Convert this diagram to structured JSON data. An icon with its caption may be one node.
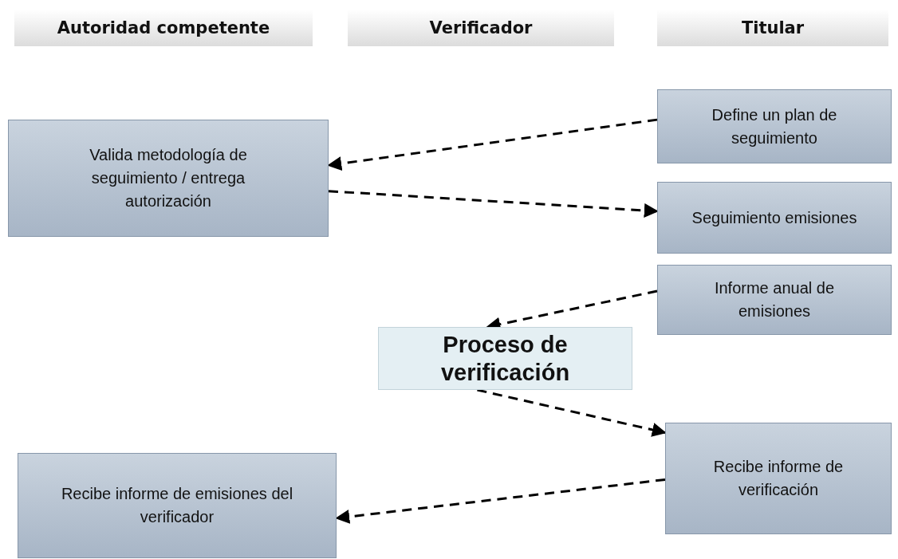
{
  "diagram": {
    "nodes": [
      {
        "text": [
          "Autoridad competente"
        ]
      },
      {
        "text": [
          "Verificador"
        ]
      },
      {
        "text": [
          "Titular"
        ]
      },
      {
        "text": [
          "Valida metodología de seguimiento / entrega autorización"
        ]
      },
      {
        "text": [
          "Define un plan de seguimiento"
        ]
      },
      {
        "text": [
          "Seguimiento emisiones"
        ]
      },
      {
        "text": [
          "Informe anual de emisiones"
        ]
      },
      {
        "text": [
          "Proceso de verificación"
        ]
      },
      {
        "text": [
          "Recibe informe de verificación"
        ]
      },
      {
        "text": [
          "Recibe informe de emisiones del verificador"
        ]
      }
    ],
    "edges": [
      {
        "from": 4,
        "to": 3,
        "arrow": "to",
        "style": "dashed"
      },
      {
        "from": 3,
        "to": 5,
        "arrow": "to",
        "style": "dashed"
      },
      {
        "from": 6,
        "to": 7,
        "arrow": "to",
        "style": "dashed"
      },
      {
        "from": 7,
        "to": 8,
        "arrow": "to",
        "style": "dashed"
      },
      {
        "from": 8,
        "to": 9,
        "arrow": "to",
        "style": "dashed"
      }
    ]
  }
}
